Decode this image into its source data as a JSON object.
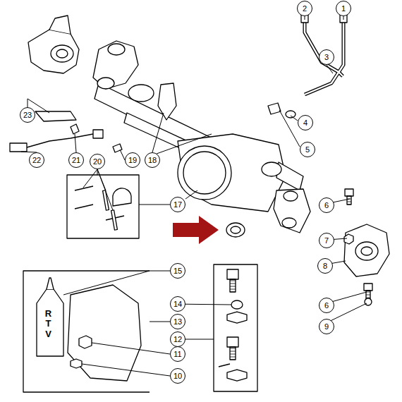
{
  "diagram": {
    "nodes": [
      {
        "text": [
          "1"
        ]
      },
      {
        "text": [
          "2"
        ]
      },
      {
        "text": [
          "3"
        ]
      },
      {
        "text": [
          "4"
        ]
      },
      {
        "text": [
          "5"
        ]
      },
      {
        "text": [
          "6"
        ]
      },
      {
        "text": [
          "7"
        ]
      },
      {
        "text": [
          "8"
        ]
      },
      {
        "text": [
          "6"
        ]
      },
      {
        "text": [
          "9"
        ]
      },
      {
        "text": [
          "10"
        ]
      },
      {
        "text": [
          "11"
        ]
      },
      {
        "text": [
          "12"
        ]
      },
      {
        "text": [
          "13"
        ]
      },
      {
        "text": [
          "14"
        ]
      },
      {
        "text": [
          "15"
        ]
      },
      {
        "text": [
          "17"
        ]
      },
      {
        "text": [
          "18"
        ]
      },
      {
        "text": [
          "19"
        ]
      },
      {
        "text": [
          "20"
        ]
      },
      {
        "text": [
          "21"
        ]
      },
      {
        "text": [
          "22"
        ]
      },
      {
        "text": [
          "23"
        ]
      }
    ],
    "labels": [
      "RTV"
    ]
  }
}
